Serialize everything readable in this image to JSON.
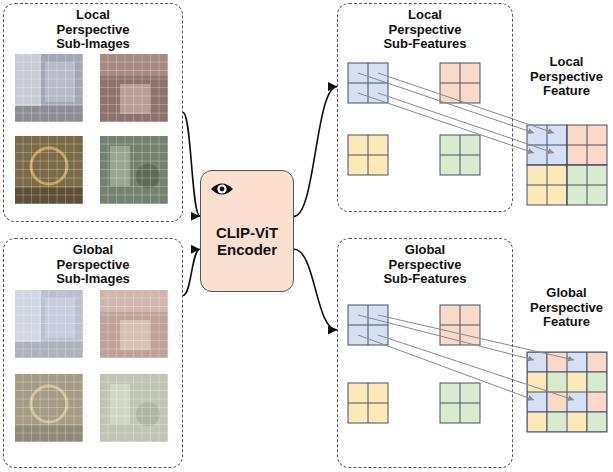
{
  "diagram": {
    "nodes": [
      {
        "text": [
          "Local Perspective Sub-Images"
        ]
      },
      {
        "text": [
          "Global Perspective Sub-Images"
        ]
      },
      {
        "text": [
          "CLIP-ViT Encoder"
        ]
      },
      {
        "text": [
          "Local Perspective Sub-Features"
        ]
      },
      {
        "text": [
          "Global Perspective Sub-Features"
        ]
      },
      {
        "text": [
          "Local Perspective Feature"
        ]
      },
      {
        "text": [
          "Global Perspective Feature"
        ]
      }
    ],
    "edges": [
      {
        "from": 0,
        "to": 2,
        "arrow": "to"
      },
      {
        "from": 1,
        "to": 2,
        "arrow": "to"
      },
      {
        "from": 2,
        "to": 3,
        "arrow": "to"
      },
      {
        "from": 2,
        "to": 4,
        "arrow": "to"
      },
      {
        "from": 3,
        "to": 5,
        "arrow": "to"
      },
      {
        "from": 4,
        "to": 6,
        "arrow": "to"
      }
    ]
  }
}
